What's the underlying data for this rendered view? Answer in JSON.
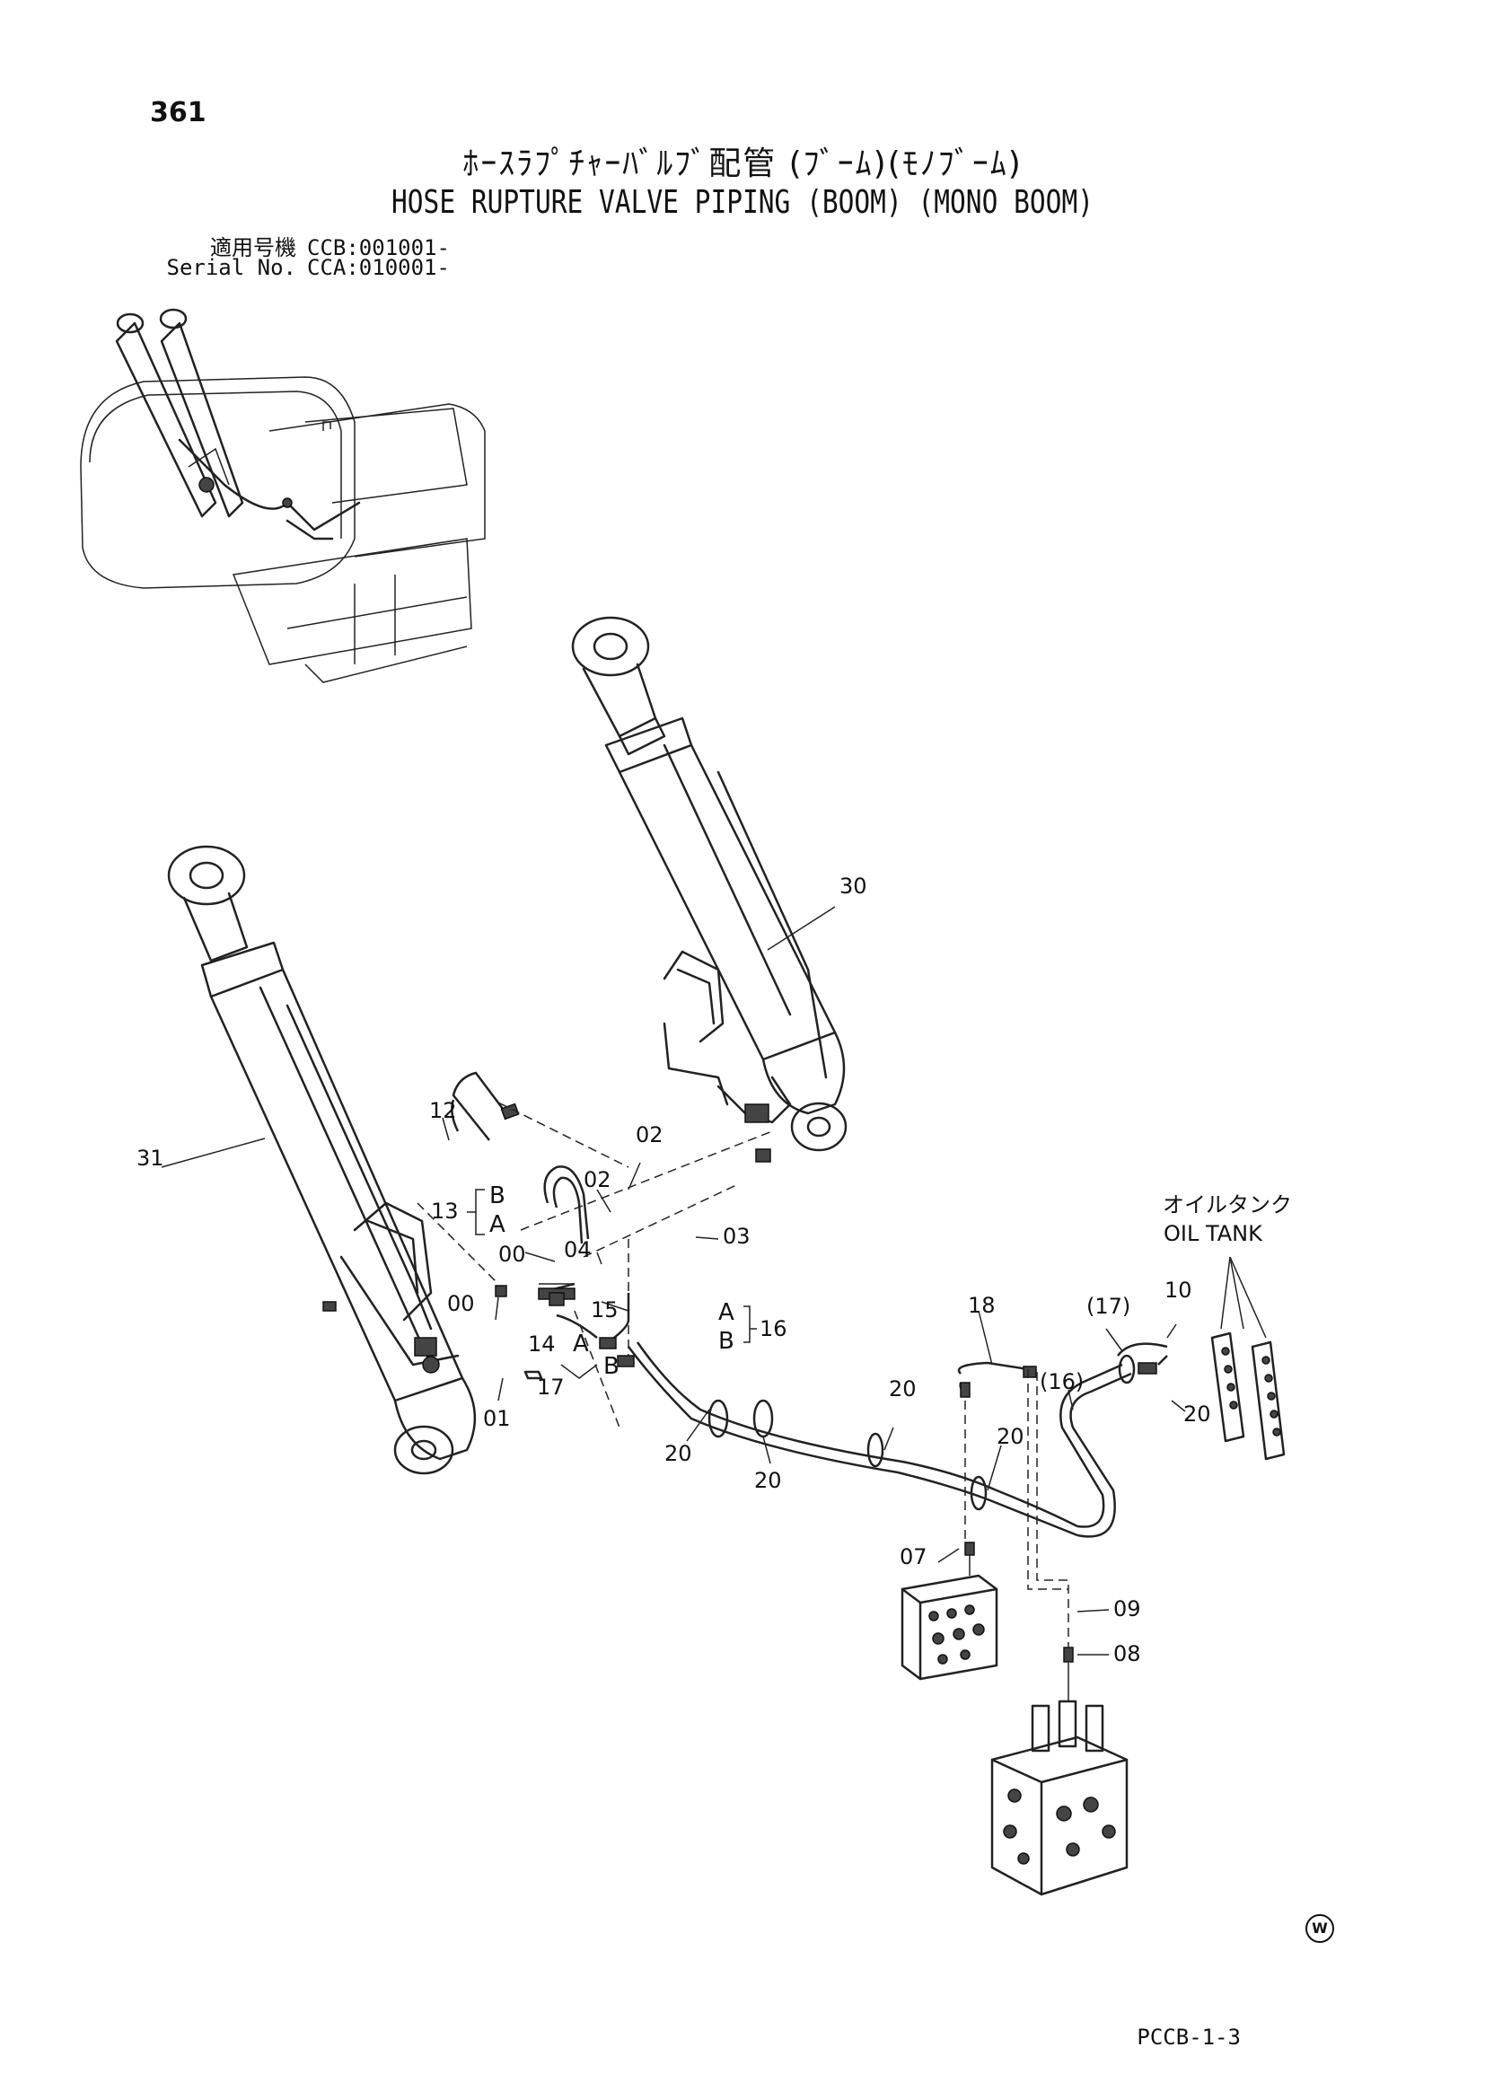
{
  "header": {
    "page_number": "361",
    "title_jp": "ﾎｰｽﾗﾌﾟﾁｬｰﾊﾞﾙﾌﾞ配管 (ﾌﾞｰﾑ)(ﾓﾉﾌﾞｰﾑ)",
    "title_en": "HOSE RUPTURE VALVE PIPING (BOOM) (MONO BOOM)",
    "applicable_label_jp": "適用号機",
    "applicable_value": "CCB:001001-",
    "serial_label": "Serial No.",
    "serial_value": "CCA:010001-"
  },
  "footer": {
    "code": "PCCB-1-3",
    "mark": "W"
  },
  "callouts": {
    "c30": "30",
    "c31": "31",
    "c12": "12",
    "c02a": "02",
    "c02b": "02",
    "c13": "13",
    "cB13": "B",
    "cA13": "A",
    "c00a": "00",
    "c04": "04",
    "c03": "03",
    "c00b": "00",
    "c15": "15",
    "c14": "14",
    "cA17": "A",
    "cB17": "B",
    "c17": "17",
    "c01": "01",
    "cA16": "A",
    "cB16": "B",
    "c16": "16",
    "c18": "18",
    "c17p": "(17)",
    "c10": "10",
    "c16p": "(16)",
    "c20a": "20",
    "c20b": "20",
    "c20c": "20",
    "c20d": "20",
    "c20e": "20",
    "c07": "07",
    "c09": "09",
    "c08": "08",
    "oil_tank_jp": "オイルタンク",
    "oil_tank_en": "OIL TANK"
  }
}
